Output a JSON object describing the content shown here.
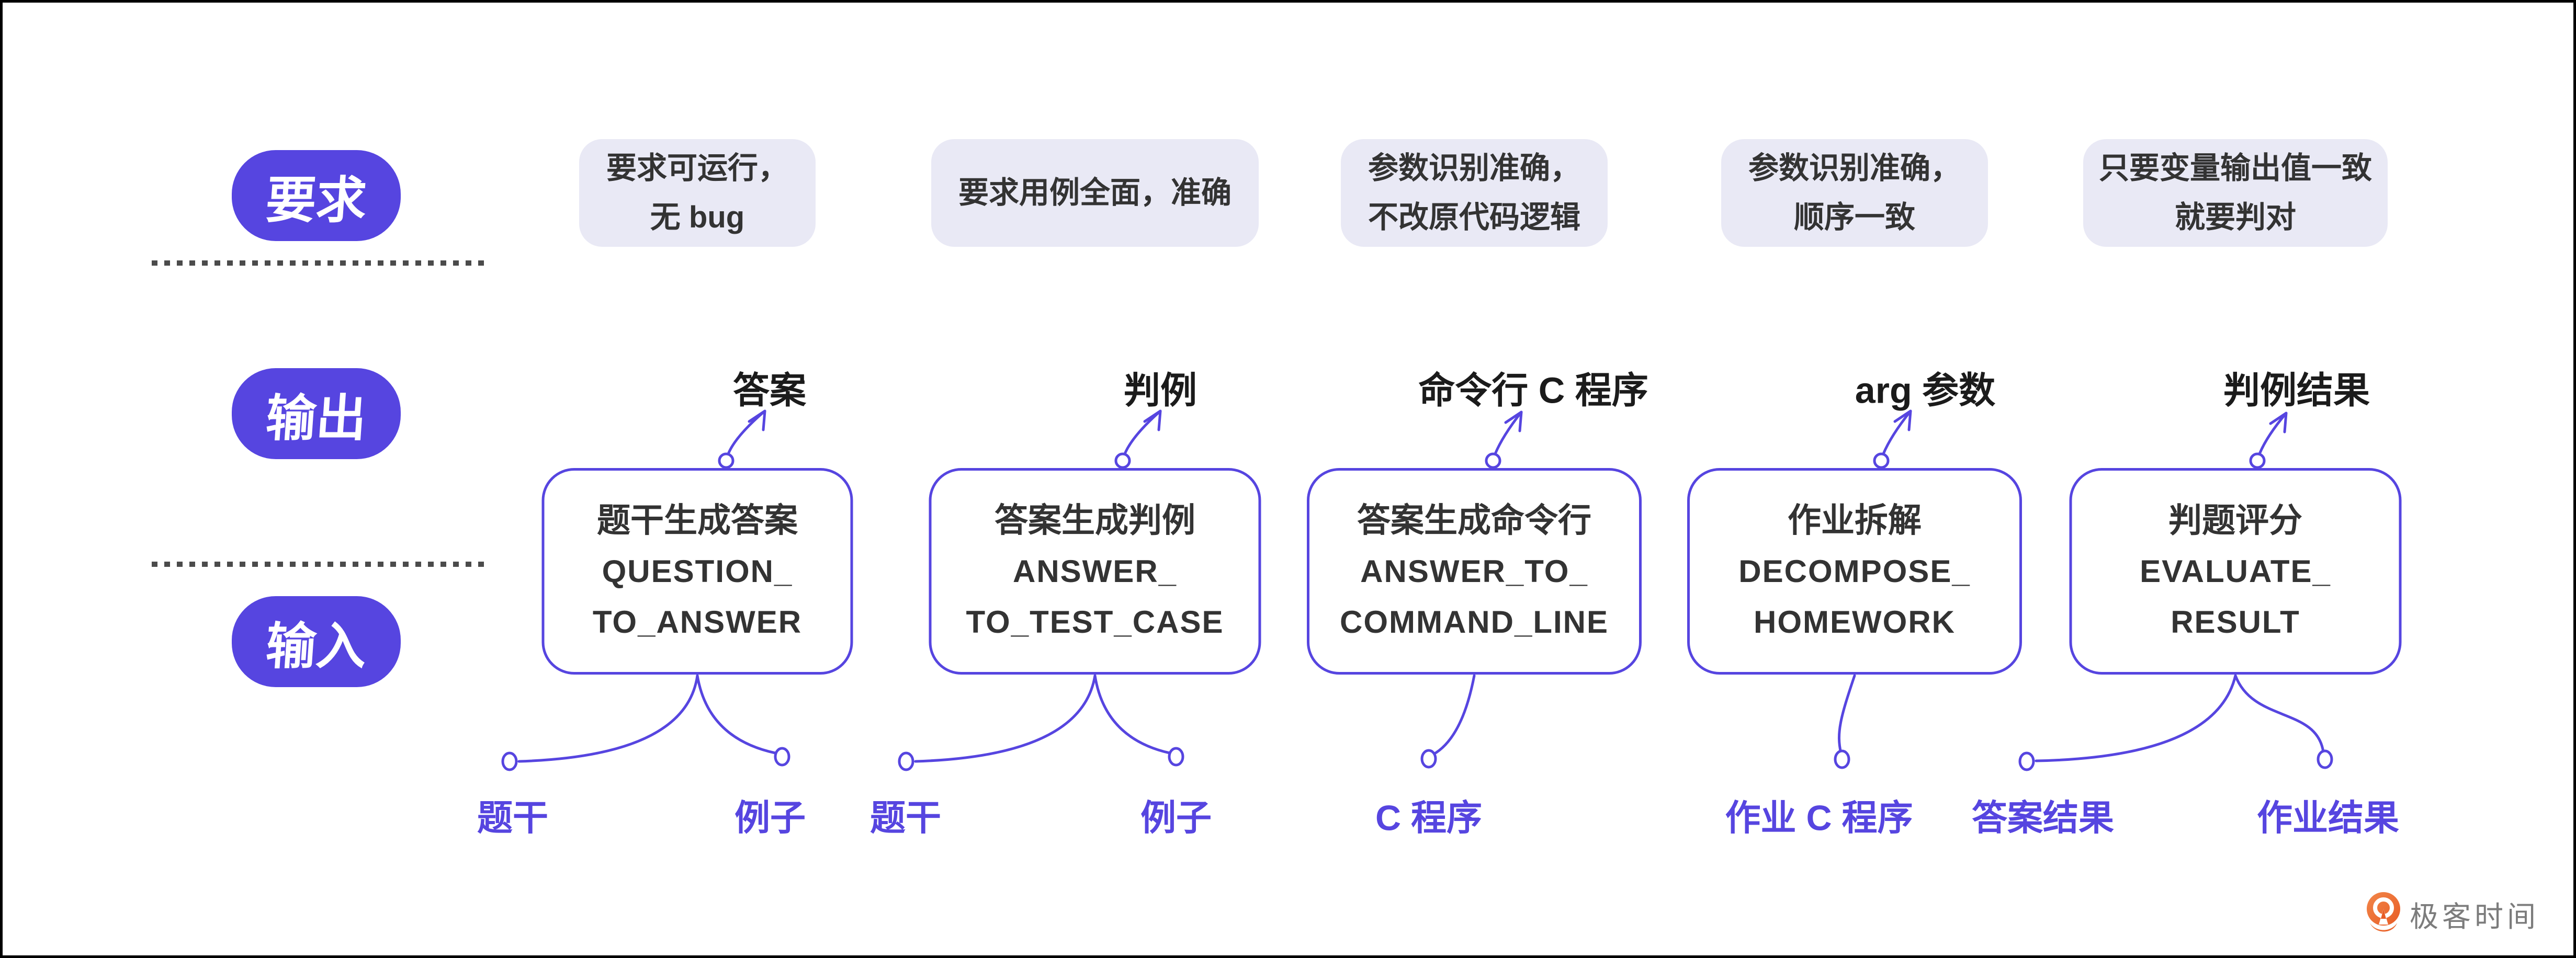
{
  "colors": {
    "accent": "#5645E0",
    "requirement_bg": "#E9E9F5",
    "requirement_text": "#333333",
    "output_text": "#1B1B1B",
    "logo_orange": "#ED6C30",
    "logo_gray": "#7C7C7C"
  },
  "row_labels": {
    "requirement": "要求",
    "output": "输出",
    "input": "输入"
  },
  "columns": [
    {
      "requirement_line1": "要求可运行，",
      "requirement_line2": "无 bug",
      "output": "答案",
      "title": "题干生成答案",
      "code_line1": "QUESTION_",
      "code_line2": "TO_ANSWER"
    },
    {
      "requirement_line1": "要求用例全面，准确",
      "requirement_line2": "",
      "output": "判例",
      "title": "答案生成判例",
      "code_line1": "ANSWER_",
      "code_line2": "TO_TEST_CASE"
    },
    {
      "requirement_line1": "参数识别准确，",
      "requirement_line2": "不改原代码逻辑",
      "output": "命令行 C 程序",
      "title": "答案生成命令行",
      "code_line1": "ANSWER_TO_",
      "code_line2": "COMMAND_LINE"
    },
    {
      "requirement_line1": "参数识别准确，",
      "requirement_line2": "顺序一致",
      "output": "arg 参数",
      "title": "作业拆解",
      "code_line1": "DECOMPOSE_",
      "code_line2": "HOMEWORK"
    },
    {
      "requirement_line1": "只要变量输出值一致",
      "requirement_line2": "就要判对",
      "output": "判例结果",
      "title": "判题评分",
      "code_line1": "EVALUATE_",
      "code_line2": "RESULT"
    }
  ],
  "inputs": {
    "i0": "题干",
    "i1": "例子",
    "i2": "题干",
    "i3": "例子",
    "i4": "C 程序",
    "i5": "作业 C 程序",
    "i6": "答案结果",
    "i7": "作业结果"
  },
  "brand": "极客时间"
}
